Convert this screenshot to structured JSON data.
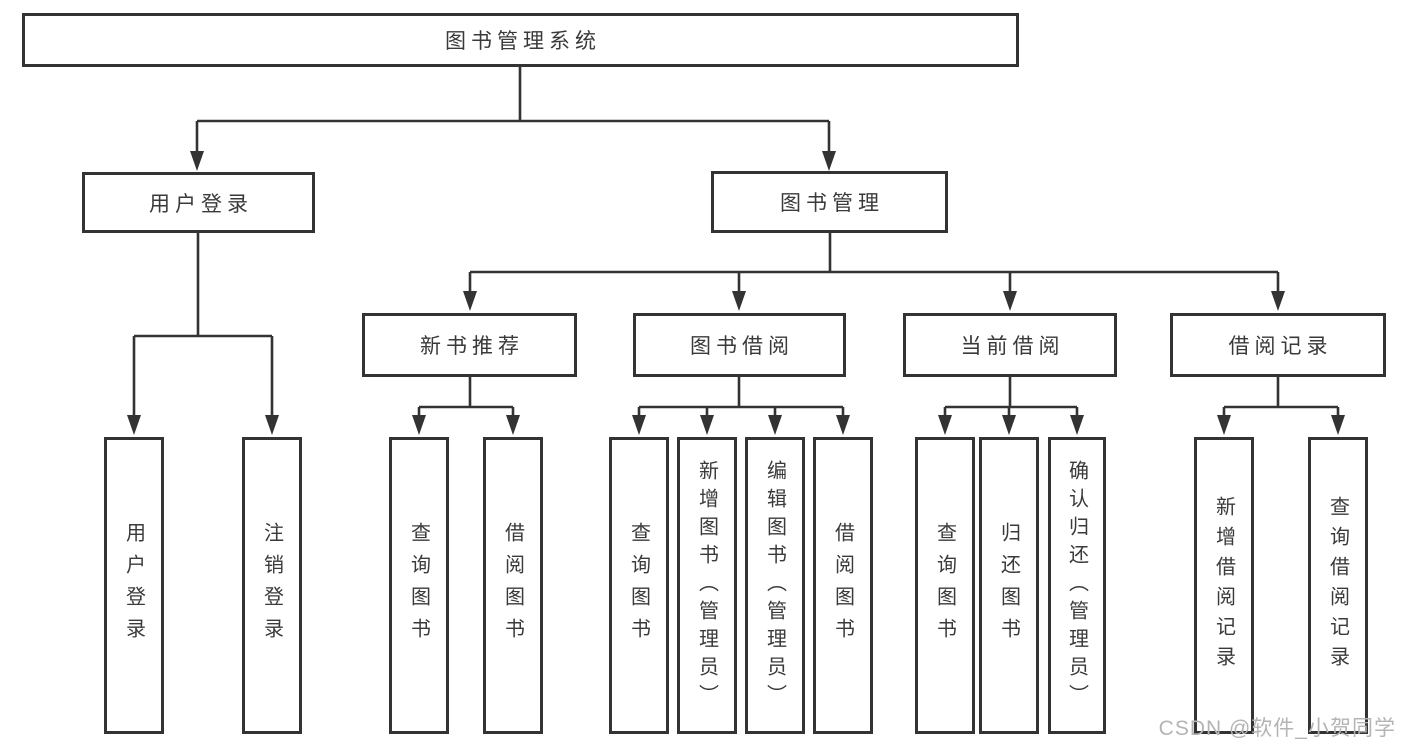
{
  "diagram": {
    "title": "图书管理系统",
    "colors": {
      "line": "#333333",
      "node_border": "#333333",
      "text": "#3a3a3a",
      "watermark": "#b4b4b4",
      "background": "#ffffff"
    },
    "root": {
      "label": "图书管理系统"
    },
    "branches": [
      {
        "label": "用户登录",
        "children": [
          {
            "label": "用户登录"
          },
          {
            "label": "注销登录"
          }
        ]
      },
      {
        "label": "图书管理",
        "groups": [
          {
            "label": "新书推荐",
            "children": [
              {
                "label": "查询图书"
              },
              {
                "label": "借阅图书"
              }
            ]
          },
          {
            "label": "图书借阅",
            "children": [
              {
                "label": "查询图书"
              },
              {
                "label": "新增图书（管理员）"
              },
              {
                "label": "编辑图书（管理员）"
              },
              {
                "label": "借阅图书"
              }
            ]
          },
          {
            "label": "当前借阅",
            "children": [
              {
                "label": "查询图书"
              },
              {
                "label": "归还图书"
              },
              {
                "label": "确认归还（管理员）"
              }
            ]
          },
          {
            "label": "借阅记录",
            "children": [
              {
                "label": "新增借阅记录"
              },
              {
                "label": "查询借阅记录"
              }
            ]
          }
        ]
      }
    ]
  },
  "watermark": {
    "text": "CSDN @软件_小贺同学"
  }
}
